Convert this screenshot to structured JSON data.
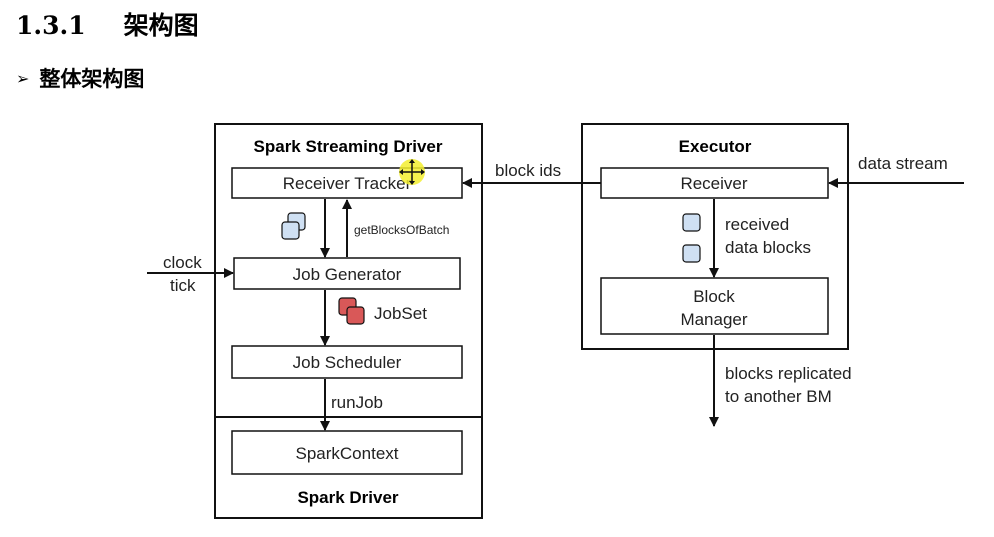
{
  "heading": {
    "number": "1.3.1",
    "title": "架构图"
  },
  "subheading": {
    "bullet": "➢",
    "text": "整体架构图"
  },
  "diagram": {
    "driver_title": "Spark Streaming Driver",
    "spark_driver_title": "Spark Driver",
    "executor_title": "Executor",
    "receiver_tracker": "Receiver Tracker",
    "job_generator": "Job Generator",
    "job_scheduler": "Job Scheduler",
    "spark_context": "SparkContext",
    "receiver": "Receiver",
    "block_manager_line1": "Block",
    "block_manager_line2": "Manager",
    "block_ids": "block ids",
    "data_stream": "data stream",
    "get_blocks_of_batch": "getBlocksOfBatch",
    "clock_line1": "clock",
    "clock_line2": "tick",
    "jobset": "JobSet",
    "run_job": "runJob",
    "received_line1": "received",
    "received_line2": "data blocks",
    "replicated_line1": "blocks replicated",
    "replicated_line2": "to another BM",
    "colors": {
      "block_blue": "#cfe0f3",
      "block_red": "#d95858",
      "stroke": "#111111",
      "cursor": "#f3ef2f"
    }
  }
}
